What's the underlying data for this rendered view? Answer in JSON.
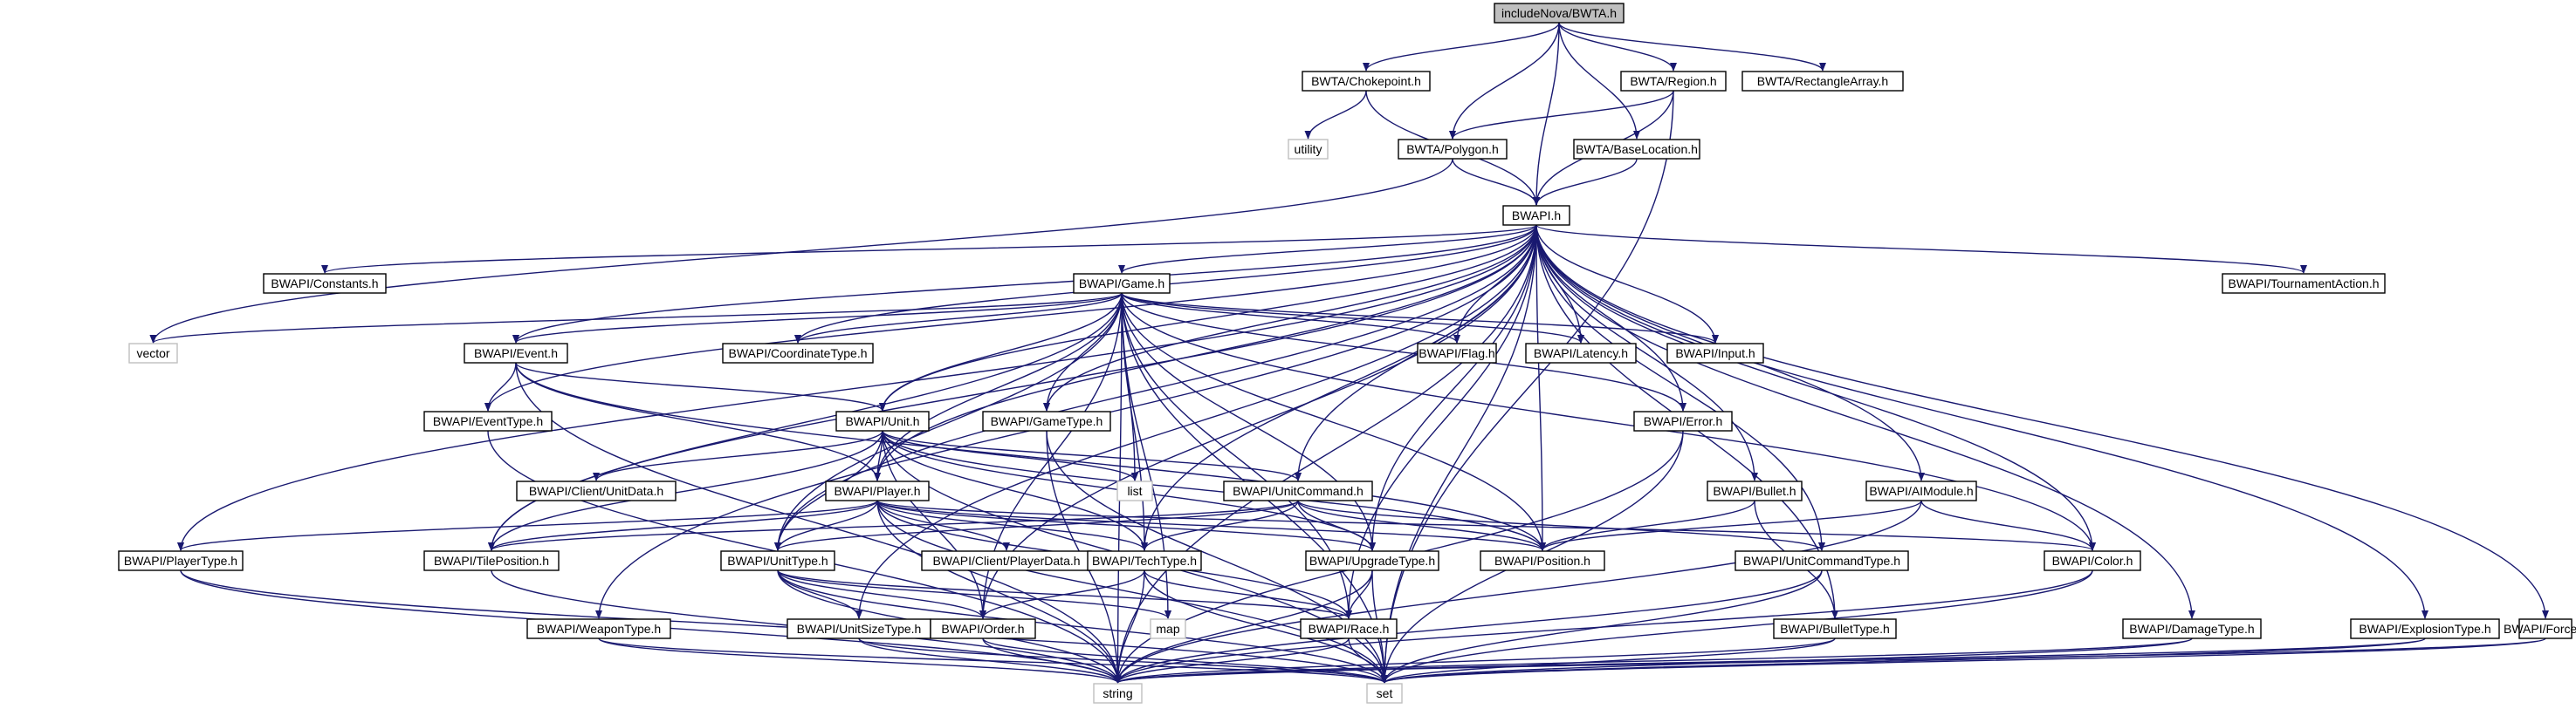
{
  "colors": {
    "edge": "#191970",
    "box_fill": "#ffffff",
    "box_stroke": "#000000",
    "root_fill": "#bfbfbf",
    "external_stroke": "#bfbfbf",
    "external_text": "#555555"
  },
  "nodes": [
    {
      "id": "root",
      "label": "includeNova/BWTA.h",
      "kind": "root"
    },
    {
      "id": "choke",
      "label": "BWTA/Chokepoint.h",
      "kind": "file"
    },
    {
      "id": "region",
      "label": "BWTA/Region.h",
      "kind": "file"
    },
    {
      "id": "rectarr",
      "label": "BWTA/RectangleArray.h",
      "kind": "file"
    },
    {
      "id": "utility",
      "label": "utility",
      "kind": "external"
    },
    {
      "id": "polygon",
      "label": "BWTA/Polygon.h",
      "kind": "file"
    },
    {
      "id": "baseloc",
      "label": "BWTA/BaseLocation.h",
      "kind": "file"
    },
    {
      "id": "bwapi",
      "label": "BWAPI.h",
      "kind": "file"
    },
    {
      "id": "constants",
      "label": "BWAPI/Constants.h",
      "kind": "file"
    },
    {
      "id": "game",
      "label": "BWAPI/Game.h",
      "kind": "file"
    },
    {
      "id": "tournament",
      "label": "BWAPI/TournamentAction.h",
      "kind": "file"
    },
    {
      "id": "vector",
      "label": "vector",
      "kind": "external"
    },
    {
      "id": "event",
      "label": "BWAPI/Event.h",
      "kind": "file"
    },
    {
      "id": "coordtype",
      "label": "BWAPI/CoordinateType.h",
      "kind": "file"
    },
    {
      "id": "flag",
      "label": "BWAPI/Flag.h",
      "kind": "file"
    },
    {
      "id": "latency",
      "label": "BWAPI/Latency.h",
      "kind": "file"
    },
    {
      "id": "input",
      "label": "BWAPI/Input.h",
      "kind": "file"
    },
    {
      "id": "eventtype",
      "label": "BWAPI/EventType.h",
      "kind": "file"
    },
    {
      "id": "gametype",
      "label": "BWAPI/GameType.h",
      "kind": "file"
    },
    {
      "id": "unit",
      "label": "BWAPI/Unit.h",
      "kind": "file"
    },
    {
      "id": "error",
      "label": "BWAPI/Error.h",
      "kind": "file"
    },
    {
      "id": "list",
      "label": "list",
      "kind": "external"
    },
    {
      "id": "unitdata",
      "label": "BWAPI/Client/UnitData.h",
      "kind": "file"
    },
    {
      "id": "unitcmd",
      "label": "BWAPI/UnitCommand.h",
      "kind": "file"
    },
    {
      "id": "bullet",
      "label": "BWAPI/Bullet.h",
      "kind": "file"
    },
    {
      "id": "aimodule",
      "label": "BWAPI/AIModule.h",
      "kind": "file"
    },
    {
      "id": "player",
      "label": "BWAPI/Player.h",
      "kind": "file"
    },
    {
      "id": "playertype",
      "label": "BWAPI/PlayerType.h",
      "kind": "file"
    },
    {
      "id": "tilepos",
      "label": "BWAPI/TilePosition.h",
      "kind": "file"
    },
    {
      "id": "unittype",
      "label": "BWAPI/UnitType.h",
      "kind": "file"
    },
    {
      "id": "playerdata",
      "label": "BWAPI/Client/PlayerData.h",
      "kind": "file"
    },
    {
      "id": "techtype",
      "label": "BWAPI/TechType.h",
      "kind": "file"
    },
    {
      "id": "upgradetype",
      "label": "BWAPI/UpgradeType.h",
      "kind": "file"
    },
    {
      "id": "position",
      "label": "BWAPI/Position.h",
      "kind": "file"
    },
    {
      "id": "unitcmdtype",
      "label": "BWAPI/UnitCommandType.h",
      "kind": "file"
    },
    {
      "id": "color",
      "label": "BWAPI/Color.h",
      "kind": "file"
    },
    {
      "id": "weapontype",
      "label": "BWAPI/WeaponType.h",
      "kind": "file"
    },
    {
      "id": "unitsizetype",
      "label": "BWAPI/UnitSizeType.h",
      "kind": "file"
    },
    {
      "id": "order",
      "label": "BWAPI/Order.h",
      "kind": "file"
    },
    {
      "id": "map",
      "label": "map",
      "kind": "external"
    },
    {
      "id": "race",
      "label": "BWAPI/Race.h",
      "kind": "file"
    },
    {
      "id": "bullettype",
      "label": "BWAPI/BulletType.h",
      "kind": "file"
    },
    {
      "id": "damagetype",
      "label": "BWAPI/DamageType.h",
      "kind": "file"
    },
    {
      "id": "explosiontype",
      "label": "BWAPI/ExplosionType.h",
      "kind": "file"
    },
    {
      "id": "force",
      "label": "BWAPI/Force.h",
      "kind": "file"
    },
    {
      "id": "string",
      "label": "string",
      "kind": "external"
    },
    {
      "id": "set",
      "label": "set",
      "kind": "external"
    }
  ],
  "edges": [
    [
      "root",
      "choke"
    ],
    [
      "root",
      "region"
    ],
    [
      "root",
      "rectarr"
    ],
    [
      "root",
      "polygon"
    ],
    [
      "root",
      "baseloc"
    ],
    [
      "root",
      "bwapi"
    ],
    [
      "choke",
      "utility"
    ],
    [
      "choke",
      "bwapi"
    ],
    [
      "region",
      "polygon"
    ],
    [
      "region",
      "bwapi"
    ],
    [
      "region",
      "set"
    ],
    [
      "polygon",
      "bwapi"
    ],
    [
      "polygon",
      "vector"
    ],
    [
      "baseloc",
      "bwapi"
    ],
    [
      "bwapi",
      "constants"
    ],
    [
      "bwapi",
      "game"
    ],
    [
      "bwapi",
      "tournament"
    ],
    [
      "bwapi",
      "event"
    ],
    [
      "bwapi",
      "eventtype"
    ],
    [
      "bwapi",
      "coordtype"
    ],
    [
      "bwapi",
      "flag"
    ],
    [
      "bwapi",
      "latency"
    ],
    [
      "bwapi",
      "input"
    ],
    [
      "bwapi",
      "unit"
    ],
    [
      "bwapi",
      "error"
    ],
    [
      "bwapi",
      "unitcmd"
    ],
    [
      "bwapi",
      "bullet"
    ],
    [
      "bwapi",
      "aimodule"
    ],
    [
      "bwapi",
      "player"
    ],
    [
      "bwapi",
      "playertype"
    ],
    [
      "bwapi",
      "tilepos"
    ],
    [
      "bwapi",
      "unittype"
    ],
    [
      "bwapi",
      "techtype"
    ],
    [
      "bwapi",
      "upgradetype"
    ],
    [
      "bwapi",
      "position"
    ],
    [
      "bwapi",
      "unitcmdtype"
    ],
    [
      "bwapi",
      "color"
    ],
    [
      "bwapi",
      "weapontype"
    ],
    [
      "bwapi",
      "order"
    ],
    [
      "bwapi",
      "race"
    ],
    [
      "bwapi",
      "bullettype"
    ],
    [
      "bwapi",
      "damagetype"
    ],
    [
      "bwapi",
      "explosiontype"
    ],
    [
      "bwapi",
      "force"
    ],
    [
      "bwapi",
      "set"
    ],
    [
      "bwapi",
      "gametype"
    ],
    [
      "bwapi",
      "unitsizetype"
    ],
    [
      "bwapi",
      "string"
    ],
    [
      "game",
      "vector"
    ],
    [
      "game",
      "event"
    ],
    [
      "game",
      "coordtype"
    ],
    [
      "game",
      "flag"
    ],
    [
      "game",
      "latency"
    ],
    [
      "game",
      "input"
    ],
    [
      "game",
      "gametype"
    ],
    [
      "game",
      "unit"
    ],
    [
      "game",
      "error"
    ],
    [
      "game",
      "list"
    ],
    [
      "game",
      "player"
    ],
    [
      "game",
      "tilepos"
    ],
    [
      "game",
      "unittype"
    ],
    [
      "game",
      "techtype"
    ],
    [
      "game",
      "upgradetype"
    ],
    [
      "game",
      "position"
    ],
    [
      "game",
      "color"
    ],
    [
      "game",
      "map"
    ],
    [
      "game",
      "race"
    ],
    [
      "game",
      "set"
    ],
    [
      "game",
      "string"
    ],
    [
      "game",
      "order"
    ],
    [
      "event",
      "eventtype"
    ],
    [
      "event",
      "unit"
    ],
    [
      "event",
      "player"
    ],
    [
      "event",
      "string"
    ],
    [
      "event",
      "position"
    ],
    [
      "unit",
      "unitdata"
    ],
    [
      "unit",
      "list"
    ],
    [
      "unit",
      "unitcmd"
    ],
    [
      "unit",
      "player"
    ],
    [
      "unit",
      "tilepos"
    ],
    [
      "unit",
      "unittype"
    ],
    [
      "unit",
      "techtype"
    ],
    [
      "unit",
      "upgradetype"
    ],
    [
      "unit",
      "position"
    ],
    [
      "unit",
      "order"
    ],
    [
      "unit",
      "set"
    ],
    [
      "error",
      "string"
    ],
    [
      "error",
      "set"
    ],
    [
      "unitcmd",
      "unitcmdtype"
    ],
    [
      "unitcmd",
      "unittype"
    ],
    [
      "unitcmd",
      "techtype"
    ],
    [
      "unitcmd",
      "upgradetype"
    ],
    [
      "unitcmd",
      "position"
    ],
    [
      "unitcmd",
      "tilepos"
    ],
    [
      "bullet",
      "position"
    ],
    [
      "bullet",
      "bullettype"
    ],
    [
      "aimodule",
      "color"
    ],
    [
      "aimodule",
      "position"
    ],
    [
      "aimodule",
      "string"
    ],
    [
      "player",
      "playerdata"
    ],
    [
      "player",
      "playertype"
    ],
    [
      "player",
      "tilepos"
    ],
    [
      "player",
      "unittype"
    ],
    [
      "player",
      "techtype"
    ],
    [
      "player",
      "upgradetype"
    ],
    [
      "player",
      "position"
    ],
    [
      "player",
      "color"
    ],
    [
      "player",
      "race"
    ],
    [
      "player",
      "set"
    ],
    [
      "player",
      "string"
    ],
    [
      "playertype",
      "string"
    ],
    [
      "playertype",
      "set"
    ],
    [
      "unittype",
      "unitsizetype"
    ],
    [
      "unittype",
      "order"
    ],
    [
      "unittype",
      "race"
    ],
    [
      "unittype",
      "map"
    ],
    [
      "unittype",
      "string"
    ],
    [
      "unittype",
      "set"
    ],
    [
      "techtype",
      "order"
    ],
    [
      "techtype",
      "race"
    ],
    [
      "techtype",
      "string"
    ],
    [
      "techtype",
      "set"
    ],
    [
      "upgradetype",
      "race"
    ],
    [
      "upgradetype",
      "string"
    ],
    [
      "upgradetype",
      "set"
    ],
    [
      "unitcmdtype",
      "string"
    ],
    [
      "unitcmdtype",
      "set"
    ],
    [
      "color",
      "set"
    ],
    [
      "color",
      "string"
    ],
    [
      "weapontype",
      "string"
    ],
    [
      "weapontype",
      "set"
    ],
    [
      "unitsizetype",
      "string"
    ],
    [
      "unitsizetype",
      "set"
    ],
    [
      "order",
      "string"
    ],
    [
      "order",
      "set"
    ],
    [
      "race",
      "string"
    ],
    [
      "race",
      "set"
    ],
    [
      "bullettype",
      "string"
    ],
    [
      "bullettype",
      "set"
    ],
    [
      "damagetype",
      "string"
    ],
    [
      "damagetype",
      "set"
    ],
    [
      "explosiontype",
      "string"
    ],
    [
      "explosiontype",
      "set"
    ],
    [
      "force",
      "string"
    ],
    [
      "force",
      "set"
    ],
    [
      "gametype",
      "string"
    ],
    [
      "gametype",
      "set"
    ],
    [
      "eventtype",
      "string"
    ],
    [
      "tilepos",
      "string"
    ]
  ]
}
